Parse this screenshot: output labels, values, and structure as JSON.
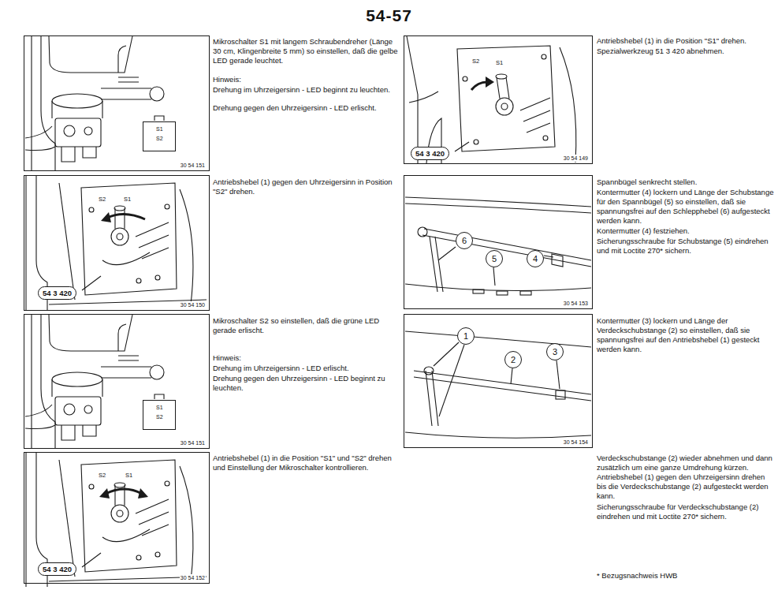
{
  "diagram": {
    "title": "54-57",
    "nodes": [
      {
        "text": [
          "30 54 151"
        ]
      },
      {
        "text": [
          "S1",
          "S2"
        ],
        "in": 0
      },
      {
        "text": [
          "30 54 150"
        ]
      },
      {
        "text": [
          "54 3 420"
        ],
        "in": 2
      },
      {
        "text": [
          "30 54 151"
        ]
      },
      {
        "text": [
          "S1",
          "S2"
        ],
        "in": 4
      },
      {
        "text": [
          "30 54 152"
        ]
      },
      {
        "text": [
          "54 3 420"
        ],
        "in": 6
      },
      {
        "text": [
          "30 54 149"
        ]
      },
      {
        "text": [
          "54 3 420"
        ],
        "in": 8
      },
      {
        "text": [
          "30 54 153"
        ]
      },
      {
        "text": [
          "6"
        ],
        "in": 10
      },
      {
        "text": [
          "5"
        ],
        "in": 10
      },
      {
        "text": [
          "4"
        ],
        "in": 10
      },
      {
        "text": [
          "30 54 154"
        ]
      },
      {
        "text": [
          "1"
        ],
        "in": 14
      },
      {
        "text": [
          "2"
        ],
        "in": 14
      },
      {
        "text": [
          "3"
        ],
        "in": 14
      }
    ],
    "labels": [
      "Mikroschalter S1 mit langem Schraubendreher (Länge 30 cm, Klingenbreite 5 mm) so einstellen, daß die gelbe LED gerade leuchtet.",
      "Hinweis:",
      "Drehung im Uhrzeigersinn - LED beginnt zu leuchten.",
      "Drehung gegen den Uhrzeigersinn - LED erlischt.",
      "S2",
      "S1",
      "Antriebshebel (1) gegen den Uhrzeigersinn in Position \"S2\" drehen.",
      "Mikroschalter S2 so einstellen, daß die grüne LED gerade erlischt.",
      "Hinweis:",
      "Drehung im Uhrzeigersinn - LED erlischt.",
      "Drehung gegen den Uhrzeigersinn - LED beginnt zu leuchten.",
      "S2",
      "S1",
      "Antriebshebel (1) in die Position \"S1\" und \"S2\" drehen und Einstellung der Mikroschalter kontrollieren.",
      "S2",
      "S1",
      "Antriebshebel (1) in die Position \"S1\" drehen.",
      "Spezialwerkzeug 51 3 420 abnehmen.",
      "Spannbügel senkrecht stellen.",
      "Kontermutter (4) lockern und Länge der Schubstange für den Spannbügel (5) so einstellen, daß sie spannungsfrei auf den Schlepphebel (6) aufgesteckt werden kann.",
      "Kontermutter (4) festziehen.",
      "Sicherungsschraube für Schubstange (5) eindrehen und mit Loctite 270* sichern.",
      "Kontermutter (3) lockern und Länge der Verdeckschubstange (2) so einstellen, daß sie spannungsfrei auf den Antriebshebel (1) gesteckt werden kann.",
      "Verdeckschubstange (2) wieder abnehmen und dann zusätzlich um eine ganze Umdrehung kürzen. Antriebshebel (1) gegen den Uhrzeigersinn drehen bis die Verdeckschubstange (2) aufgesteckt werden kann.",
      "Sicherungsschraube für Verdeckschubstange (2) eindrehen und mit Loctite 270* sichern.",
      "* Bezugsnachweis HWB"
    ]
  }
}
